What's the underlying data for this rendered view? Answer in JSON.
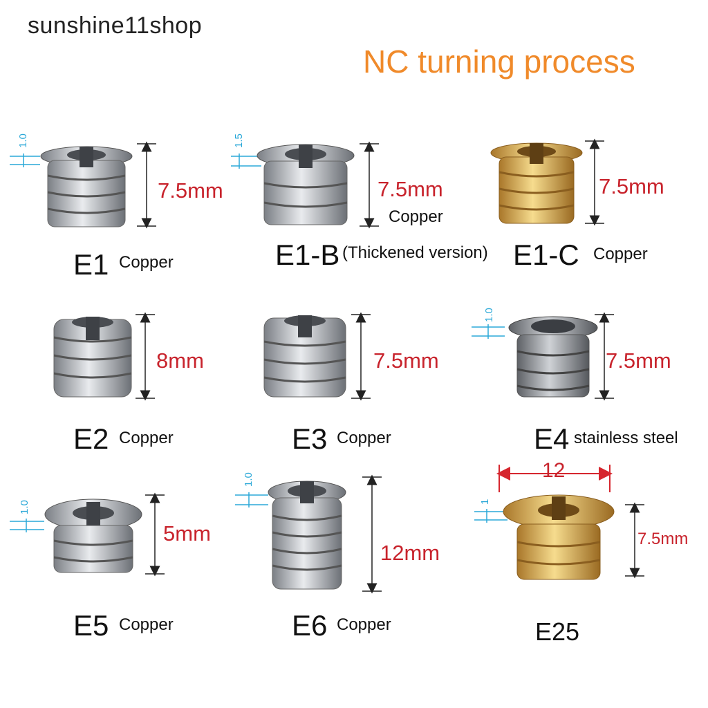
{
  "shop_name": "sunshine11shop",
  "headline": "NC turning process",
  "colors": {
    "headline": "#f08a2a",
    "dimension_text": "#c8232c",
    "thickness_marker": "#2aa8d8",
    "silver": "#c9ccd0",
    "brass": "#e2b24a"
  },
  "products": [
    {
      "code": "E1",
      "material": "Copper",
      "height": "7.5mm",
      "flange": "1.0",
      "finish": "silver"
    },
    {
      "code": "E1-B",
      "note": "(Thickened version)",
      "material": "Copper",
      "height": "7.5mm",
      "flange": "1.5",
      "finish": "silver"
    },
    {
      "code": "E1-C",
      "material": "Copper",
      "height": "7.5mm",
      "finish": "brass"
    },
    {
      "code": "E2",
      "material": "Copper",
      "height": "8mm",
      "finish": "silver"
    },
    {
      "code": "E3",
      "material": "Copper",
      "height": "7.5mm",
      "finish": "silver"
    },
    {
      "code": "E4",
      "material": "stainless steel",
      "height": "7.5mm",
      "flange": "1.0",
      "finish": "steel"
    },
    {
      "code": "E5",
      "material": "Copper",
      "height": "5mm",
      "flange": "1.0",
      "finish": "silver"
    },
    {
      "code": "E6",
      "material": "Copper",
      "height": "12mm",
      "flange": "1.0",
      "finish": "silver"
    },
    {
      "code": "E25",
      "height": "7.5mm",
      "width": "12",
      "flange": "1",
      "finish": "brass"
    }
  ]
}
